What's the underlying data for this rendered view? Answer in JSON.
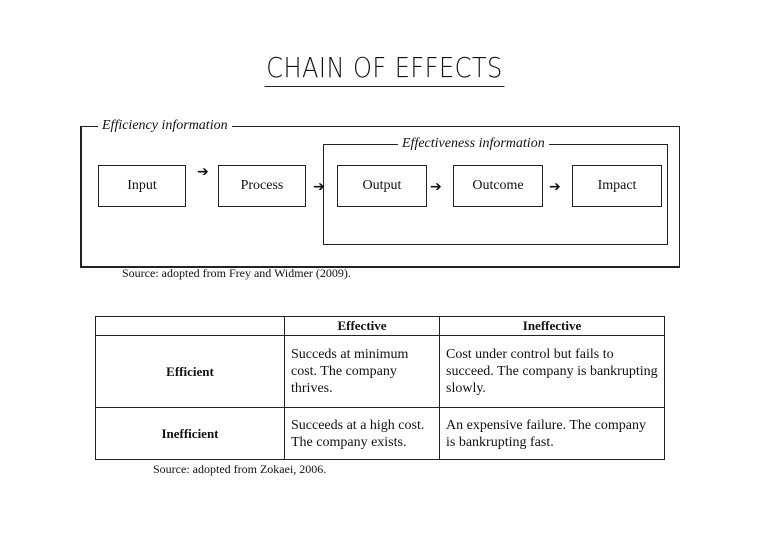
{
  "title": "CHAIN OF EFFECTS",
  "diagram": {
    "efficiency_label": "Efficiency information",
    "effectiveness_label": "Effectiveness information",
    "boxes": [
      "Input",
      "Process",
      "Output",
      "Outcome",
      "Impact"
    ],
    "arrow_glyph": "➔",
    "source": "Source: adopted from Frey and Widmer (2009)."
  },
  "table": {
    "headers": [
      "",
      "Effective",
      "Ineffective"
    ],
    "rows": [
      {
        "label": "Efficient",
        "effective": "Succeds at minimum cost. The company thrives.",
        "ineffective": "Cost under control but fails to succeed. The company is bankrupting slowly."
      },
      {
        "label": "Inefficient",
        "effective": "Succeeds at a high cost. The company exists.",
        "ineffective": "An expensive failure. The company is bankrupting fast."
      }
    ],
    "source": "Source: adopted from Zokaei, 2006."
  }
}
